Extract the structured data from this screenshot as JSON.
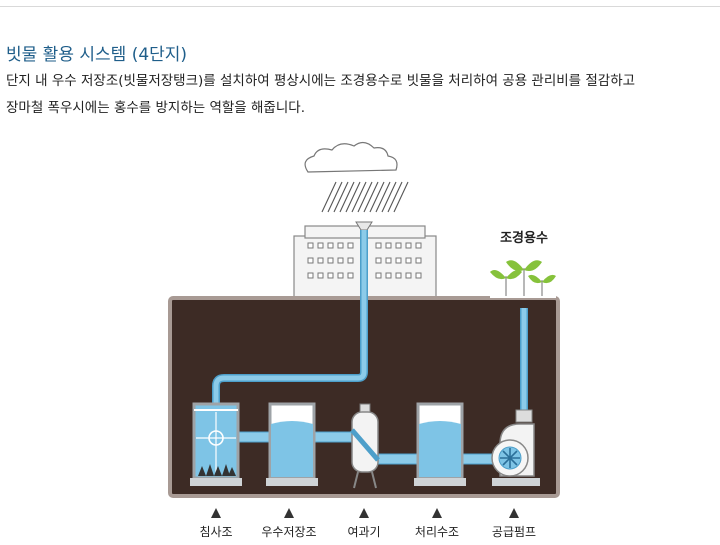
{
  "section": {
    "title": "빗물 활용 시스템 (4단지)",
    "description_line1": "단지 내 우수 저장조(빗물저장탱크)를 설치하여 평상시에는 조경용수로 빗물을 처리하여 공용 관리비를 절감하고",
    "description_line2": "장마철 폭우시에는 홍수를 방지하는 역할을 해줍니다."
  },
  "diagram": {
    "landscape_label": "조경용수",
    "stages": [
      {
        "label": "침사조"
      },
      {
        "label": "우수저장조"
      },
      {
        "label": "여과기"
      },
      {
        "label": "처리수조"
      },
      {
        "label": "공급펌프"
      }
    ],
    "colors": {
      "ground": "#3d2b25",
      "ground_border": "#a89a94",
      "water": "#7ec4e6",
      "pipe": "#8ccbe9",
      "pipe_outline": "#4d9fca",
      "tank_outline": "#9ea3a7",
      "building": "#f1f1f1",
      "cloud": "#ffffff",
      "plant": "#86c23b"
    }
  }
}
